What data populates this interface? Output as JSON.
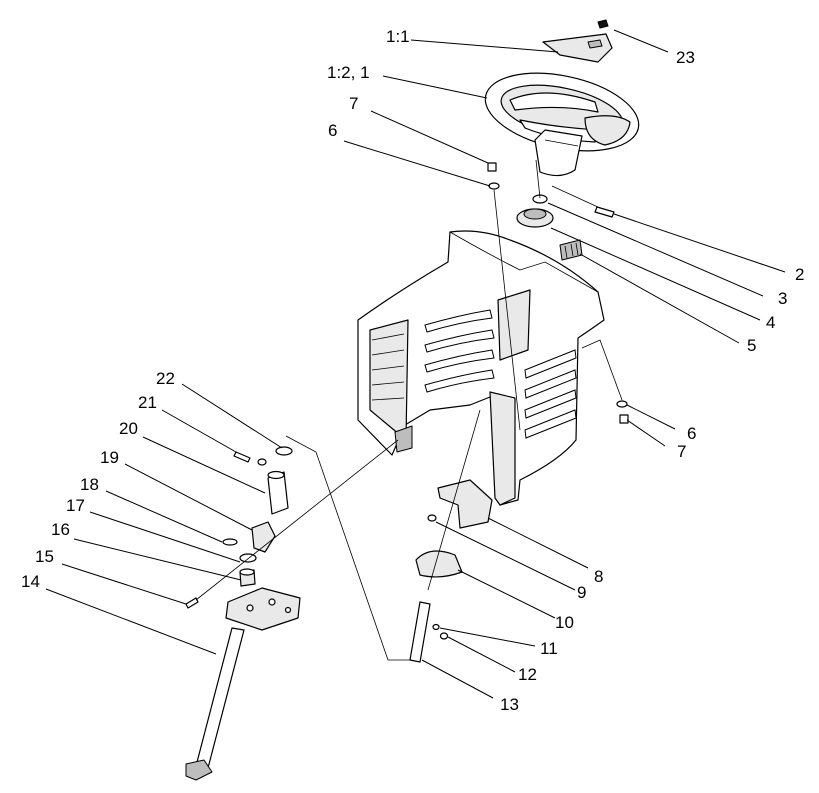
{
  "labels": {
    "l_1_1": "1:1",
    "l_1_2": "1:2,  1",
    "l_2": "2",
    "l_3": "3",
    "l_4": "4",
    "l_5": "5",
    "l_6a": "6",
    "l_6b": "6",
    "l_7a": "7",
    "l_7b": "7",
    "l_8": "8",
    "l_9": "9",
    "l_10": "10",
    "l_11": "11",
    "l_12": "12",
    "l_13": "13",
    "l_14": "14",
    "l_15": "15",
    "l_16": "16",
    "l_17": "17",
    "l_18": "18",
    "l_19": "19",
    "l_20": "20",
    "l_21": "21",
    "l_22": "22",
    "l_23": "23"
  }
}
